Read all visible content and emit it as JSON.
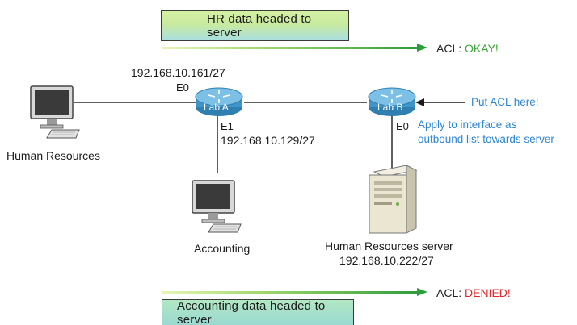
{
  "banners": {
    "top": "HR data headed to server",
    "bottom": "Accounting data headed to server"
  },
  "acl": {
    "top_prefix": "ACL: ",
    "top_result": "OKAY!",
    "bottom_prefix": "ACL: ",
    "bottom_result": "DENIED!"
  },
  "routers": {
    "lab_a": "Lab A",
    "lab_b": "Lab B"
  },
  "interfaces": {
    "lab_a_e0_ip": "192.168.10.161/27",
    "lab_a_e0": "E0",
    "lab_a_e1": "E1",
    "lab_a_e1_ip": "192.168.10.129/27",
    "lab_b_e0": "E0"
  },
  "annotations": {
    "put_acl": "Put ACL here!",
    "apply_line1": "Apply to interface as",
    "apply_line2": "outbound list towards server"
  },
  "hosts": {
    "hr": "Human Resources",
    "accounting": "Accounting",
    "server_name": "Human Resources server",
    "server_ip": "192.168.10.222/27"
  },
  "colors": {
    "okay": "#3aa635",
    "denied": "#e0282a",
    "annotation": "#2e86d6",
    "router": "#4aa0d0"
  }
}
